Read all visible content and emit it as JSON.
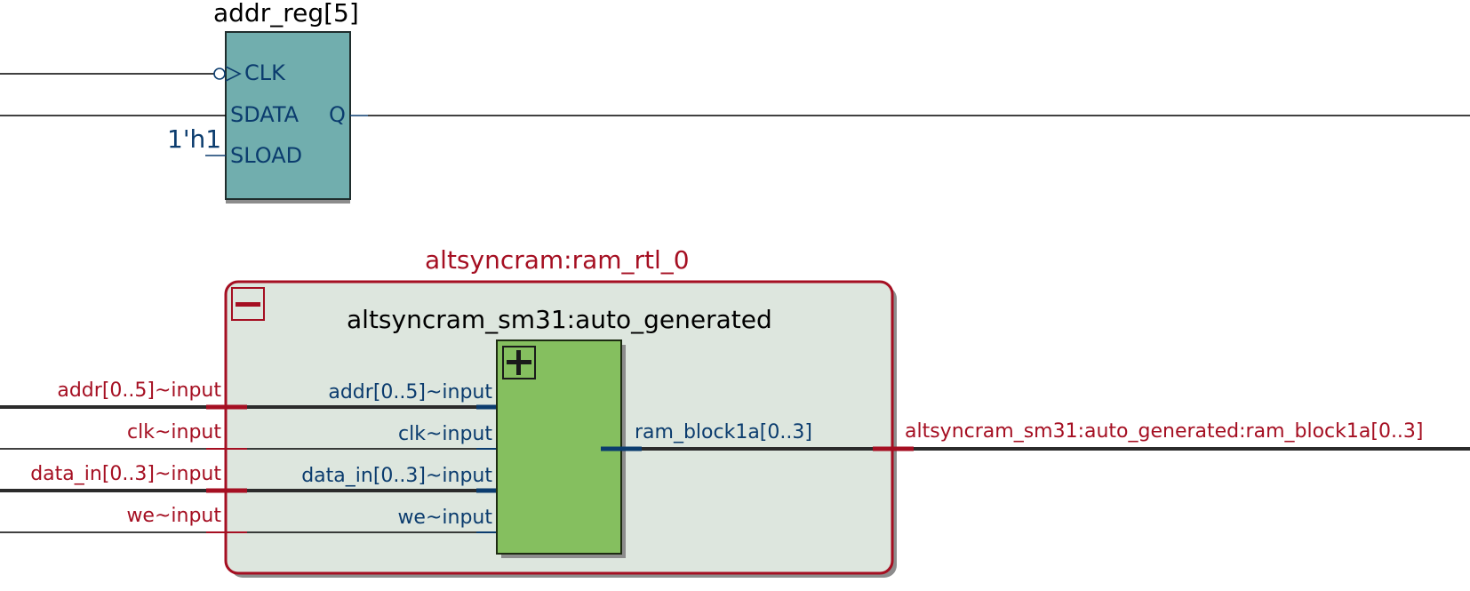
{
  "colors": {
    "wire": "#000000",
    "bus": "#2b2b2b",
    "port_blue": "#0b3c6e",
    "port_red": "#a50f22",
    "reg_fill": "#71aeae",
    "hier_fill": "#dde6de",
    "hier_border": "#a50f22",
    "ram_fill": "#85bf5f",
    "shadow": "#8c8c8c"
  },
  "register": {
    "name": "addr_reg[5]",
    "ports": {
      "clk": "CLK",
      "sdata": "SDATA",
      "sload": "SLOAD",
      "q": "Q"
    },
    "constant": "1'h1"
  },
  "hierarchy": {
    "name": "altsyncram:ram_rtl_0",
    "collapse_icon": "minus-box-icon",
    "inner_title": "altsyncram_sm31:auto_generated",
    "inputs": [
      "addr[0..5]~input",
      "clk~input",
      "data_in[0..3]~input",
      "we~input"
    ],
    "inner_ports": [
      "addr[0..5]~input",
      "clk~input",
      "data_in[0..3]~input",
      "we~input"
    ],
    "output_port": "ram_block1a[0..3]",
    "expand_icon": "plus-box-icon",
    "output_net": "altsyncram_sm31:auto_generated:ram_block1a[0..3]"
  }
}
